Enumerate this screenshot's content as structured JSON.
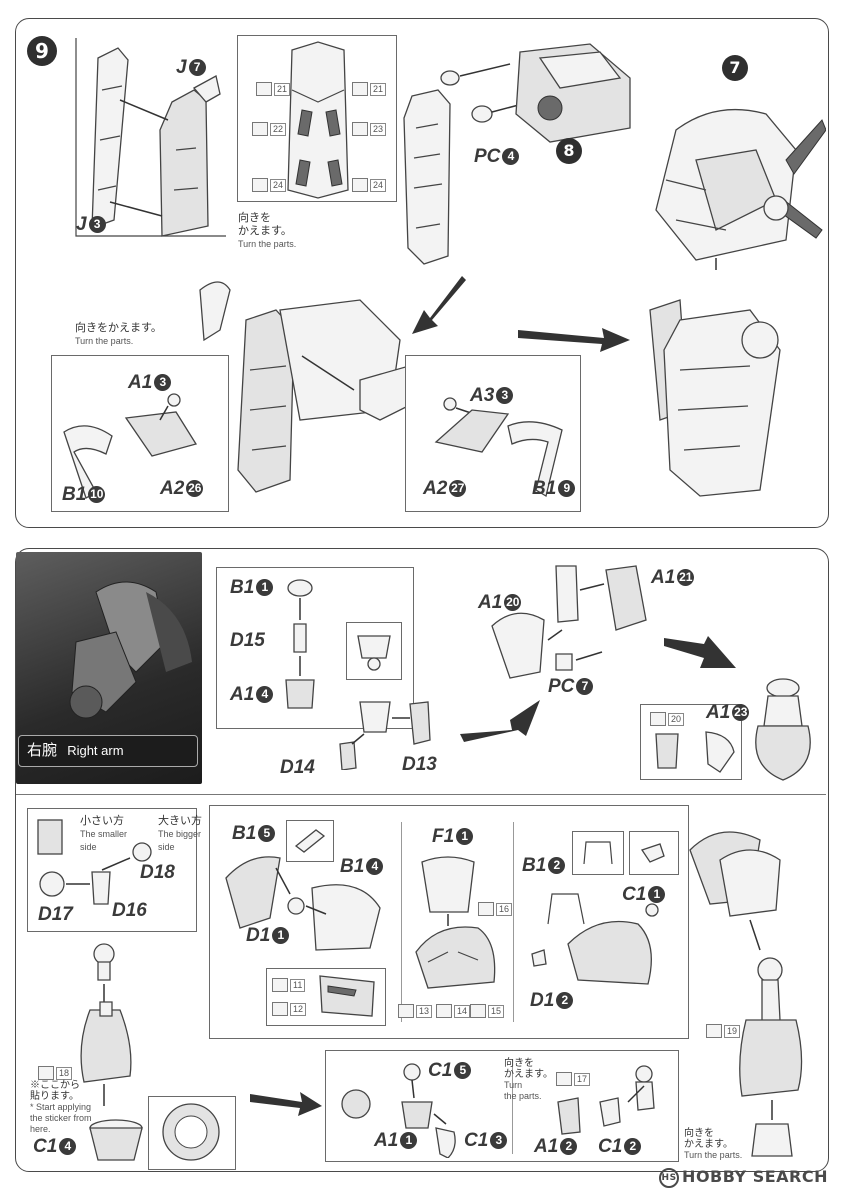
{
  "step_number": "9",
  "step_refs": {
    "head": "7",
    "head_sub": "8"
  },
  "labels": {
    "J7": "J",
    "J7n": "7",
    "J3": "J",
    "J3n": "3",
    "PC4": "PC",
    "PC4n": "4",
    "A13": "A1",
    "A13n": "3",
    "A226": "A2",
    "A226n": "26",
    "B110": "B1",
    "B110n": "10",
    "A33": "A3",
    "A33n": "3",
    "A227": "A2",
    "A227n": "27",
    "B19": "B1",
    "B19n": "9",
    "B11": "B1",
    "B11n": "1",
    "D15": "D15",
    "A14": "A1",
    "A14n": "4",
    "D14": "D14",
    "D13": "D13",
    "A120": "A1",
    "A120n": "20",
    "A121": "A1",
    "A121n": "21",
    "PC7": "PC",
    "PC7n": "7",
    "A123": "A1",
    "A123n": "23",
    "D18": "D18",
    "D17": "D17",
    "D16": "D16",
    "B15": "B1",
    "B15n": "5",
    "B14": "B1",
    "B14n": "4",
    "D11": "D1",
    "D11n": "1",
    "F11": "F1",
    "F11n": "1",
    "B12": "B1",
    "B12n": "2",
    "C11": "C1",
    "C11n": "1",
    "D12": "D1",
    "D12n": "2",
    "C15": "C1",
    "C15n": "5",
    "A11": "A1",
    "A11n": "1",
    "C13": "C1",
    "C13n": "3",
    "A12": "A1",
    "A12n": "2",
    "C12": "C1",
    "C12n": "2",
    "C14": "C1",
    "C14n": "4"
  },
  "notes": {
    "turn_jp_1": "向きを",
    "turn_jp_2": "かえます。",
    "turn_en": "Turn the parts.",
    "turn_jp_full": "向きをかえます。",
    "smaller_jp": "小さい方",
    "smaller_en_1": "The smaller",
    "smaller_en_2": "side",
    "bigger_jp": "大きい方",
    "bigger_en_1": "The bigger",
    "bigger_en_2": "side",
    "sticker_jp_1": "※ここから",
    "sticker_jp_2": "貼ります。",
    "sticker_en_1": "* Start applying",
    "sticker_en_2": "the sticker from",
    "sticker_en_3": "here.",
    "turn_jp_b1": "向きを",
    "turn_jp_b2": "かえます。",
    "turn_en_b1": "Turn",
    "turn_en_b2": "the parts.",
    "turn_jp_c1": "向きを",
    "turn_jp_c2": "かえます。",
    "turn_en_c": "Turn the parts."
  },
  "stickers": [
    "21",
    "21",
    "22",
    "23",
    "24",
    "24",
    "20",
    "16",
    "11",
    "12",
    "13",
    "14",
    "15",
    "19",
    "18",
    "17"
  ],
  "photo": {
    "title_jp": "右腕",
    "title_en": "Right arm"
  },
  "watermark": {
    "brand": "HOBBY SEARCH",
    "mark": "HS"
  }
}
